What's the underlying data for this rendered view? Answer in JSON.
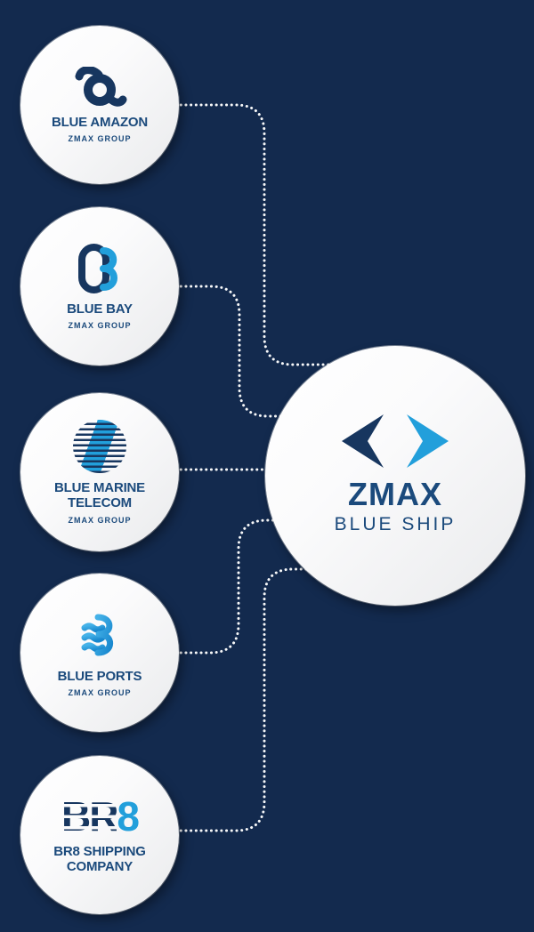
{
  "diagram_type": "corporate-structure",
  "parent": {
    "brand": "ZMAX",
    "sub_brand": "BLUE SHIP",
    "logo": "zmax-double-arrow-mark"
  },
  "subsidiaries": [
    {
      "name": "BLUE AMAZON",
      "group": "ZMAX GROUP",
      "logo": "blue-amazon-a-mark"
    },
    {
      "name": "BLUE BAY",
      "group": "ZMAX GROUP",
      "logo": "blue-bay-interlocked-b-mark"
    },
    {
      "name": "BLUE MARINE TELECOM",
      "group": "ZMAX GROUP",
      "logo": "striped-globe-mark"
    },
    {
      "name": "BLUE PORTS",
      "group": "ZMAX GROUP",
      "logo": "wave-b-mark"
    },
    {
      "name": "BR8 SHIPPING COMPANY",
      "logo": "br8-wordmark",
      "wordmark": {
        "br": "BR",
        "eight": "8"
      }
    }
  ],
  "relationships": [
    {
      "from": "BLUE AMAZON",
      "to": "ZMAX BLUE SHIP"
    },
    {
      "from": "BLUE BAY",
      "to": "ZMAX BLUE SHIP"
    },
    {
      "from": "BLUE MARINE TELECOM",
      "to": "ZMAX BLUE SHIP"
    },
    {
      "from": "BLUE PORTS",
      "to": "ZMAX BLUE SHIP"
    },
    {
      "from": "BR8 SHIPPING COMPANY",
      "to": "ZMAX BLUE SHIP"
    }
  ],
  "theme": {
    "colors": {
      "navy_background": "#132A4E",
      "navy_dark": "#17365F",
      "navy_text": "#1B4A7C",
      "light_blue": "#229FDB",
      "light_blue_deep": "#1787CE",
      "circle_white": "#FFFFFF",
      "dot_white": "#FFFFFF"
    }
  }
}
